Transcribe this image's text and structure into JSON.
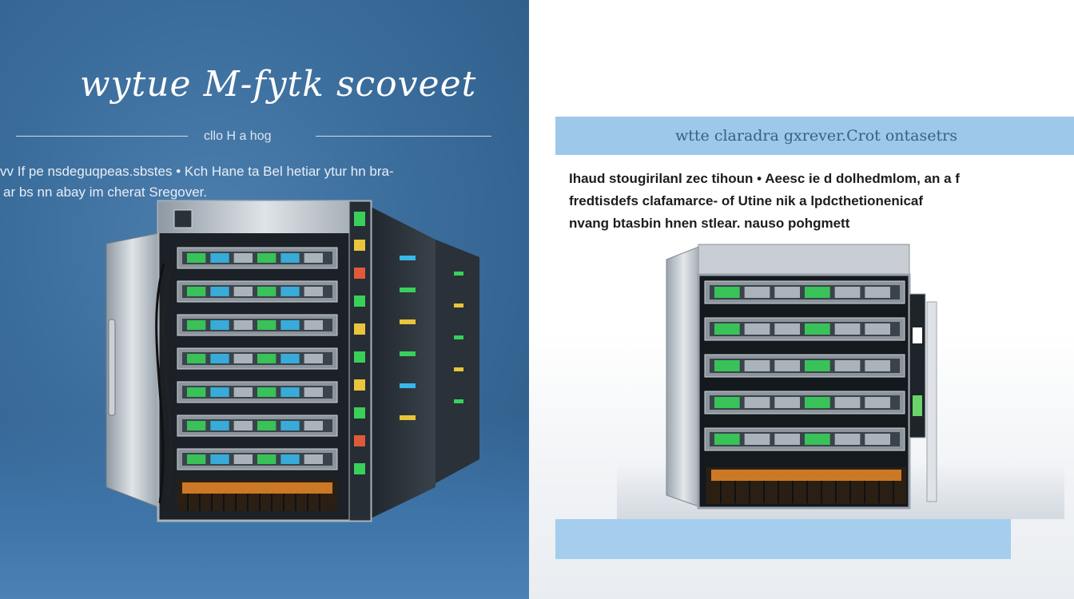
{
  "left_panel": {
    "title": "wytue M-fytk scoveet",
    "subtitle": "cllo H a hog",
    "description_lines": [
      "vv If pe nsdeguqpeas.sbstes • Kch Hane ta Bel hetiar ytur hn bra-",
      "ar bs nn abay im cherat Sregover."
    ]
  },
  "right_panel": {
    "banner_text": "wtte claradra gxrever.Crot ontasetrs",
    "description_lines": [
      "Ihaud stougirilanl zec tihoun  •  Aeesc ie d dolhedmlom, an a f",
      "fredtisdefs clafamarce- of  Utine nik a lpdcthetionenicaf",
      "nvang btasbin hnen stlear.          nauso pohgmett"
    ]
  },
  "colors": {
    "left_bg": "#3b6d9c",
    "banner": "#9ec8ea",
    "bottom_bar": "#a5cdee",
    "led_green": "#39d05a",
    "led_blue": "#39b7e8"
  },
  "icons": [
    "server-rack-large",
    "server-rack-small"
  ]
}
